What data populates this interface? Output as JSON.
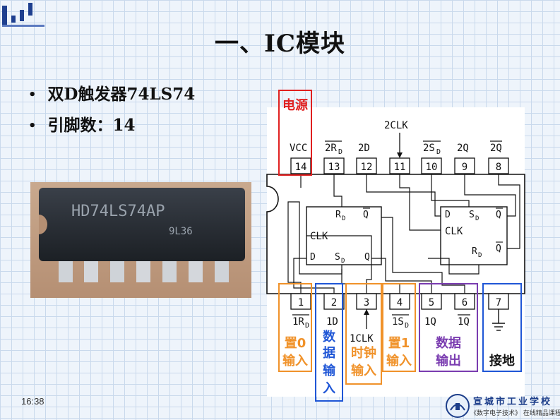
{
  "slide": {
    "title": "一、IC模块",
    "bullets": [
      {
        "label": "双D触发器74LS74"
      },
      {
        "label": "引脚数：14"
      }
    ],
    "time": "16:38",
    "chip_photo": {
      "marking": "HD74LS74AP",
      "code": "9L36"
    }
  },
  "pinout": {
    "top_pins": [
      {
        "num": "14",
        "sig": "VCC"
      },
      {
        "num": "13",
        "sig": "2R",
        "sub": "D",
        "bar": true
      },
      {
        "num": "12",
        "sig": "2D"
      },
      {
        "num": "11",
        "sig": ""
      },
      {
        "num": "10",
        "sig": "2S",
        "sub": "D",
        "bar": true
      },
      {
        "num": "9",
        "sig": "2Q"
      },
      {
        "num": "8",
        "sig": "2Q",
        "bar": true
      }
    ],
    "bottom_pins": [
      {
        "num": "1",
        "sig": "1R",
        "sub": "D",
        "bar": true
      },
      {
        "num": "2",
        "sig": "1D"
      },
      {
        "num": "3",
        "sig": "1CLK"
      },
      {
        "num": "4",
        "sig": "1S",
        "sub": "D",
        "bar": true
      },
      {
        "num": "5",
        "sig": "1Q"
      },
      {
        "num": "6",
        "sig": "1Q",
        "bar": true
      },
      {
        "num": "7",
        "sig": ""
      }
    ],
    "clk2_label": "2CLK",
    "ff_labels": {
      "r": "R",
      "s": "S",
      "sub": "D",
      "d": "D",
      "q": "Q",
      "clk": "CLK"
    },
    "annotations": {
      "power": "电源",
      "set0": [
        "置0",
        "输入"
      ],
      "data_in": [
        "数",
        "据",
        "输",
        "入"
      ],
      "clock_in": [
        "时钟",
        "输入"
      ],
      "set1": [
        "置1",
        "输入"
      ],
      "data_out": [
        "数据",
        "输出"
      ],
      "ground": "接地"
    },
    "colors": {
      "power": "#e02020",
      "set0": "#f0922a",
      "data_in": "#1f56d6",
      "clock_in": "#f0922a",
      "set1": "#f0922a",
      "data_out": "#7a3cb0",
      "ground": "#1f56d6"
    }
  },
  "footer": {
    "school": "宣城市工业学校",
    "course": "《数字电子技术》 在线精品课程"
  }
}
